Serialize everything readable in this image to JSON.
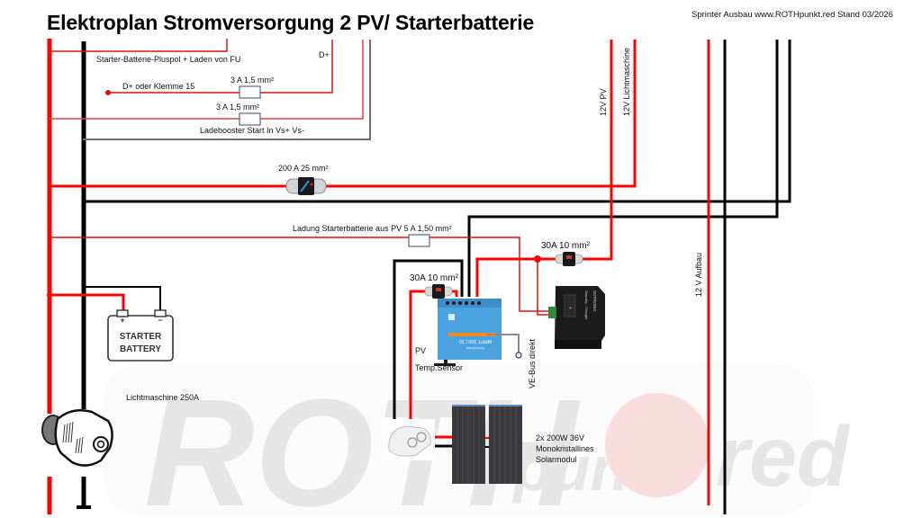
{
  "header": {
    "title": "Elektroplan Stromversorgung 2 PV/ Starterbatterie",
    "credit": "Sprinter Ausbau www.ROTHpunkt.red Stand 03/2026"
  },
  "labels": {
    "starter_plus": "Starter-Batterie-Pluspol + Laden von FU",
    "d_plus": "D+",
    "d_plus_klemme": "D+ oder Klemme 15",
    "fuse_3a_1": "3 A 1,5 mm²",
    "fuse_3a_2": "3 A 1,5 mm²",
    "ladebooster": "Ladebooster Start In Vs+ Vs-",
    "fuse_200a": "200 A 25 mm²",
    "ladung_starter": "Ladung Starterbatterie aus PV 5 A 1,50 mm²",
    "fuse_30a_right": "30A 10 mm²",
    "fuse_30a_left": "30A 10 mm²",
    "pv": "PV",
    "temp_sensor": "Temp.Sensor",
    "ve_bus": "VE-Bus direkt",
    "v12_pv": "12V PV",
    "v12_licht": "12V Lichtmaschine",
    "v12_aufbau": "12 V Aufbau",
    "lichtmaschine": "Lichtmaschine 250A",
    "solar": [
      "2x 200W 36V",
      "Monokristallines",
      "Solarmodul"
    ]
  },
  "components": {
    "battery": {
      "line1": "STARTER",
      "line2": "BATTERY",
      "plus": "+",
      "minus": "−"
    },
    "mppt": {
      "model": "MPPT 100 | 20",
      "brand": "SmartSolar"
    },
    "standby_charger": {
      "brand": "VOTRONIC",
      "name": "Standby - Charger"
    }
  },
  "watermark": {
    "left": "ROTH",
    "middle": "punkt",
    "right": "red"
  },
  "colors": {
    "positive": "#ff0000",
    "positive_thin": "#e84040",
    "negative": "#000000",
    "signal_gray": "#6e6e6e",
    "mppt_blue": "#4aa3df",
    "mppt_orange": "#f08c1e",
    "watermark_gray": "#e6e6e6",
    "watermark_circle": "#f9dcdc"
  }
}
